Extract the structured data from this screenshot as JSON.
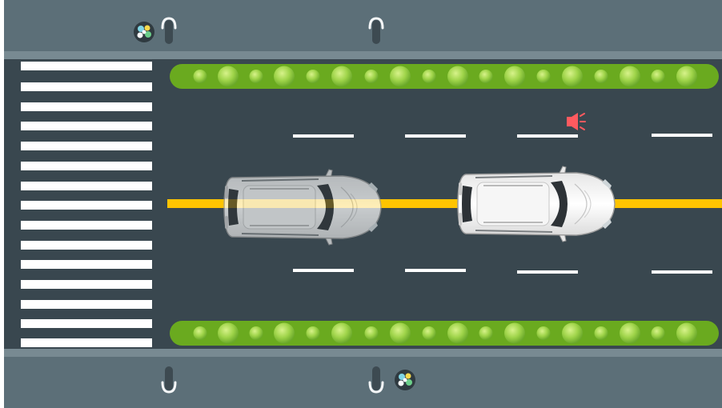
{
  "scene": {
    "type": "top-down road crossing scene",
    "colors": {
      "sidewalk": "#5c6f78",
      "curb": "#788a92",
      "road": "#39474f",
      "crosswalk": "#ffffff",
      "center_line": "#ffc400",
      "lane_marking": "#ffffff",
      "hedge": "#6aaa1f",
      "hedge_ball": "#9fd44a",
      "car_body": "#f2f2f2",
      "car_glass": "#2d3236",
      "horn": "#ff5a5f"
    },
    "cars": [
      {
        "name": "car-left",
        "state": "semi-transparent"
      },
      {
        "name": "car-right",
        "state": "solid"
      }
    ],
    "icons": [
      "parking-meter-icon",
      "flower-pot-icon",
      "horn-icon"
    ]
  }
}
